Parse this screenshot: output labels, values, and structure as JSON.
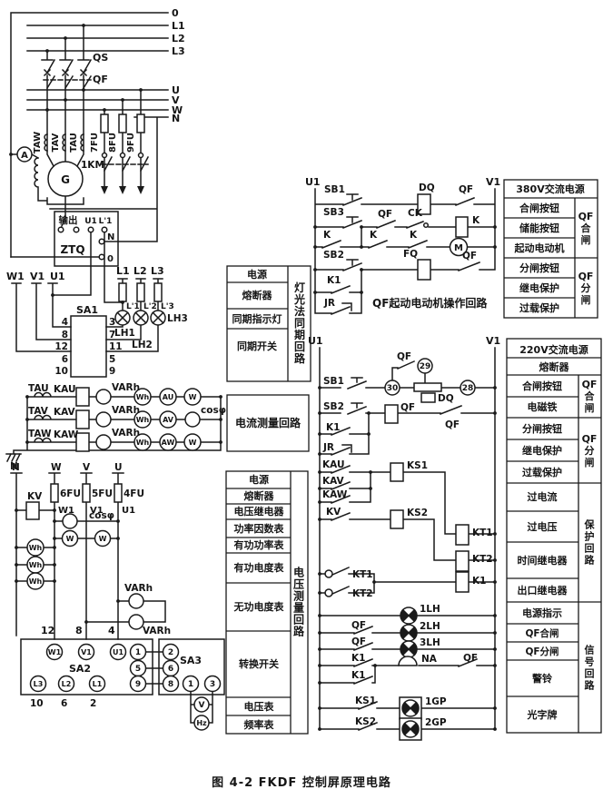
{
  "labels": {
    "zero": "0",
    "L1": "L1",
    "L2": "L2",
    "L3": "L3",
    "QS": "QS",
    "QF": "QF",
    "U": "U",
    "V": "V",
    "W": "W",
    "N": "N",
    "TAW": "TAW",
    "TAV": "TAV",
    "TAU": "TAU",
    "FU7": "7FU",
    "FU8": "8FU",
    "FU9": "9FU",
    "KM1": "1KM",
    "A": "A",
    "G": "G",
    "shuchu": "输出",
    "U1": "U1",
    "L1p": "L'1",
    "L2p": "L'2",
    "L3p": "L'3",
    "ZTQ": "ZTQ",
    "W1": "W1",
    "V1": "V1",
    "SA1": "SA1",
    "SA2": "SA2",
    "SA3": "SA3",
    "LH1": "LH1",
    "LH2": "LH2",
    "LH3": "LH3",
    "n1": "1",
    "n2": "2",
    "n3": "3",
    "n4": "4",
    "n5": "5",
    "n6": "6",
    "n7": "7",
    "n8": "8",
    "n9": "9",
    "n10": "10",
    "n11": "11",
    "n12": "12",
    "n28": "28",
    "n29": "29",
    "n30": "30",
    "KAU": "KAU",
    "KAV": "KAV",
    "KAW": "KAW",
    "KV": "KV",
    "VARh": "VARh",
    "Wh": "Wh",
    "AU": "AU",
    "AV": "AV",
    "AW": "AW",
    "Wm": "W",
    "cos": "cosφ",
    "FU4": "4FU",
    "FU5": "5FU",
    "FU6": "6FU",
    "Vm": "V",
    "Hz": "Hz",
    "SB1": "SB1",
    "SB2": "SB2",
    "SB3": "SB3",
    "DQ": "DQ",
    "CK": "CK",
    "K": "K",
    "M": "M",
    "FQ": "FQ",
    "K1": "K1",
    "JR": "JR",
    "KS1": "KS1",
    "KS2": "KS2",
    "KT1": "KT1",
    "KT2": "KT2",
    "LH1s": "1LH",
    "LH2s": "2LH",
    "LH3s": "3LH",
    "NA": "NA",
    "GP1": "1GP",
    "GP2": "2GP",
    "qf_motor_caption": "QF起动电动机操作回路"
  },
  "sync_box": {
    "rows": [
      "电源",
      "熔断器",
      "同期指示灯",
      "同期开关"
    ],
    "side": "灯光法同期回路"
  },
  "current_box": {
    "title": "电流测量回路"
  },
  "volt_box": {
    "rows": [
      "电源",
      "熔断器",
      "电压继电器",
      "功率因数表",
      "有功功率表",
      "有功电度表",
      "无功电度表",
      "转换开关",
      "电压表",
      "频率表"
    ],
    "side": "电压测量回路"
  },
  "table_380v": {
    "header": "380V交流电源",
    "rows": [
      "合闸按钮",
      "储能按钮",
      "起动电动机",
      "分闸按钮",
      "继电保护",
      "过载保护"
    ],
    "side_top": "QF合闸",
    "side_bottom": "QF分闸"
  },
  "table_220v": {
    "header": "220V交流电源",
    "subheader": "熔断器",
    "rows": [
      "合闸按钮",
      "电磁铁",
      "分闸按钮",
      "继电保护",
      "过载保护",
      "过电流",
      "过电压",
      "时间继电器",
      "出口继电器",
      "电源指示",
      "QF合闸",
      "QF分闸",
      "警铃",
      "光字牌"
    ],
    "side_qf_close": "QF合闸",
    "side_qf_open": "QF分闸",
    "side_protection": "保护回路",
    "side_signal": "信号回路"
  },
  "caption": "图 4-2  FKDF 控制屏原理电路",
  "colors": {
    "ink": "#1a1a1a",
    "paper": "#ffffff"
  }
}
